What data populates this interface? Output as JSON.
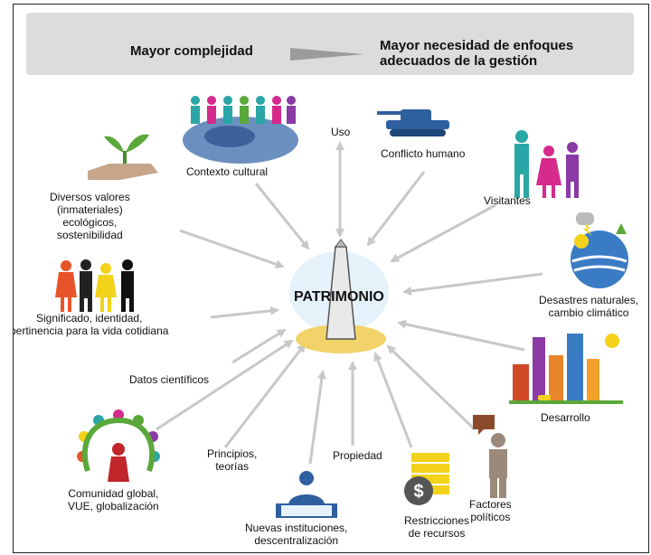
{
  "banner": {
    "left_text": "Mayor complejidad",
    "right_text_line1": "Mayor necesidad de enfoques",
    "right_text_line2": "adecuados de la gestión"
  },
  "center": {
    "title": "PATRIMONIO"
  },
  "factors": {
    "contexto_cultural": "Contexto cultural",
    "uso": "Uso",
    "conflicto_humano": "Conflicto humano",
    "visitantes": "Visitantes",
    "diversos_valores": [
      "Diversos valores",
      "(inmateriales)",
      "ecológicos,",
      "sostenibilidad"
    ],
    "desastres": [
      "Desastres naturales,",
      "cambio climático"
    ],
    "significado": [
      "Significado, identidad,",
      "pertinencia para la vida cotidiana"
    ],
    "datos_cientificos": "Datos científicos",
    "desarrollo": "Desarrollo",
    "comunidad_global": [
      "Comunidad global,",
      "VUE, globalización"
    ],
    "principios": [
      "Principios,",
      "teorías"
    ],
    "propiedad": "Propiedad",
    "nuevas_instituciones": [
      "Nuevas instituciones,",
      "descentralización"
    ],
    "restricciones": [
      "Restricciones",
      "de recursos"
    ],
    "factores_politicos": [
      "Factores",
      "políticos"
    ]
  },
  "colors": {
    "banner_bg": "#dcdcdc",
    "arrow": "#c8c8c8",
    "sky_blue": "#3a7cc4",
    "green": "#5aa83a",
    "yellow": "#f2d21a",
    "magenta": "#d62a8c",
    "tank": "#2e5f9e"
  }
}
